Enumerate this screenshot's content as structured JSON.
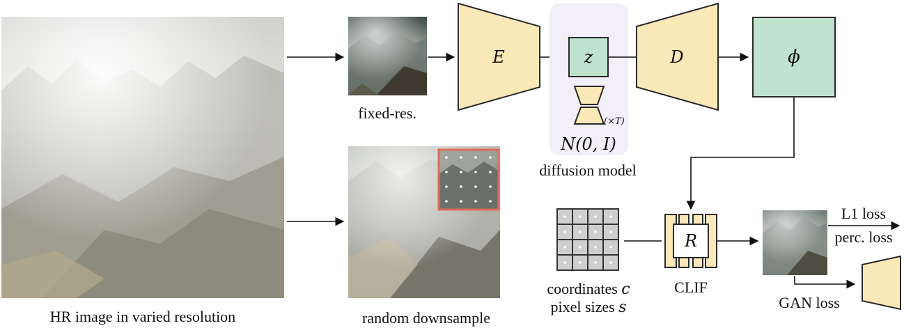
{
  "labels": {
    "hr_image": "HR image in varied resolution",
    "fixed_res": "fixed-res.",
    "random_downsample": "random downsample",
    "diffusion_model": "diffusion model",
    "noise": "N(0, I)",
    "times_t": "(×T)",
    "coordinates": "coordinates ",
    "coordinates_var": "c",
    "pixel_sizes": "pixel sizes ",
    "pixel_sizes_var": "s",
    "clif": "CLIF",
    "l1_loss": "L1 loss",
    "perc_loss": "perc. loss",
    "gan_loss": "GAN loss"
  },
  "symbols": {
    "encoder": "E",
    "latent": "z",
    "decoder": "D",
    "phi": "ϕ",
    "renderer": "R"
  },
  "colors": {
    "beige": "#fbe8b8",
    "green": "#bfe3cf",
    "crop_red": "#e06a5a",
    "diffusion_bg": "#f3eff7"
  }
}
